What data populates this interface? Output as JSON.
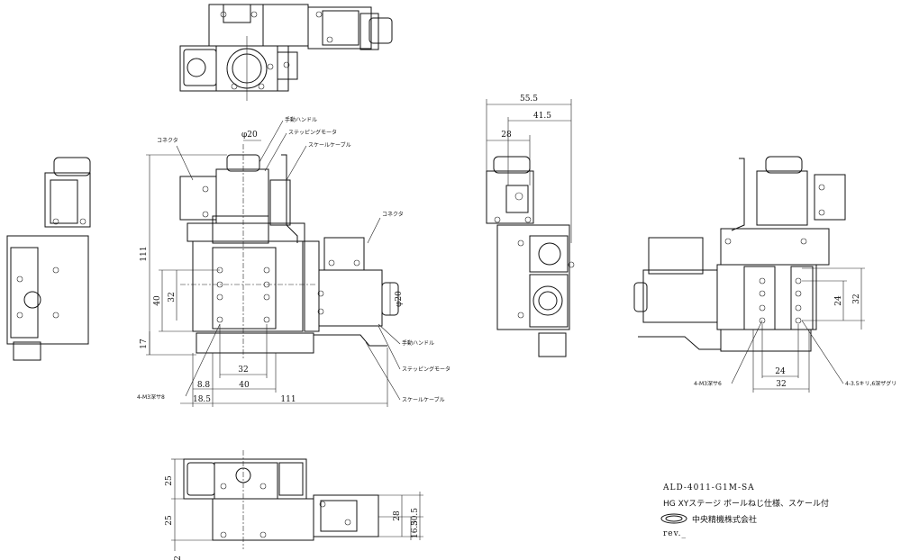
{
  "title_block": {
    "model": "ALD-4011-G1M-SA",
    "description": "HG XYステージ ボールねじ仕様、スケール付",
    "company": "中央精機株式会社",
    "revision": "rev._"
  },
  "labels": {
    "handle_top": "手動ハンドル",
    "stepping_motor_top": "ステッピングモータ",
    "scale_cable_top": "スケールケーブル",
    "connector_left": "コネクタ",
    "connector_right": "コネクタ",
    "handle_bottom": "手動ハンドル",
    "stepping_motor_bottom": "ステッピングモータ",
    "scale_cable_bottom": "スケールケーブル",
    "holes_left": "4-M3深サ8",
    "holes_right_a": "4-M3深サ6",
    "holes_right_b": "4-3.5キリ,6深ザグリ"
  },
  "dims_front": {
    "phi20_top": "φ20",
    "phi20_side": "φ20",
    "d111_vert": "111",
    "d40_vert": "40",
    "d32_vert": "32",
    "d17_vert": "17",
    "d32_horiz": "32",
    "d8_8": "8.8",
    "d40_horiz": "40",
    "d18_5": "18.5",
    "d111_horiz": "111"
  },
  "dims_side": {
    "d55_5": "55.5",
    "d41_5": "41.5",
    "d28": "28"
  },
  "dims_right": {
    "d24_vert": "24",
    "d32_vert": "32",
    "d24_horiz": "24",
    "d32_horiz": "32"
  },
  "dims_bottom": {
    "d25_a": "25",
    "d25_b": "25",
    "d2": "2",
    "d28": "28",
    "d30_5": "30.5",
    "d16_5": "16.5"
  }
}
